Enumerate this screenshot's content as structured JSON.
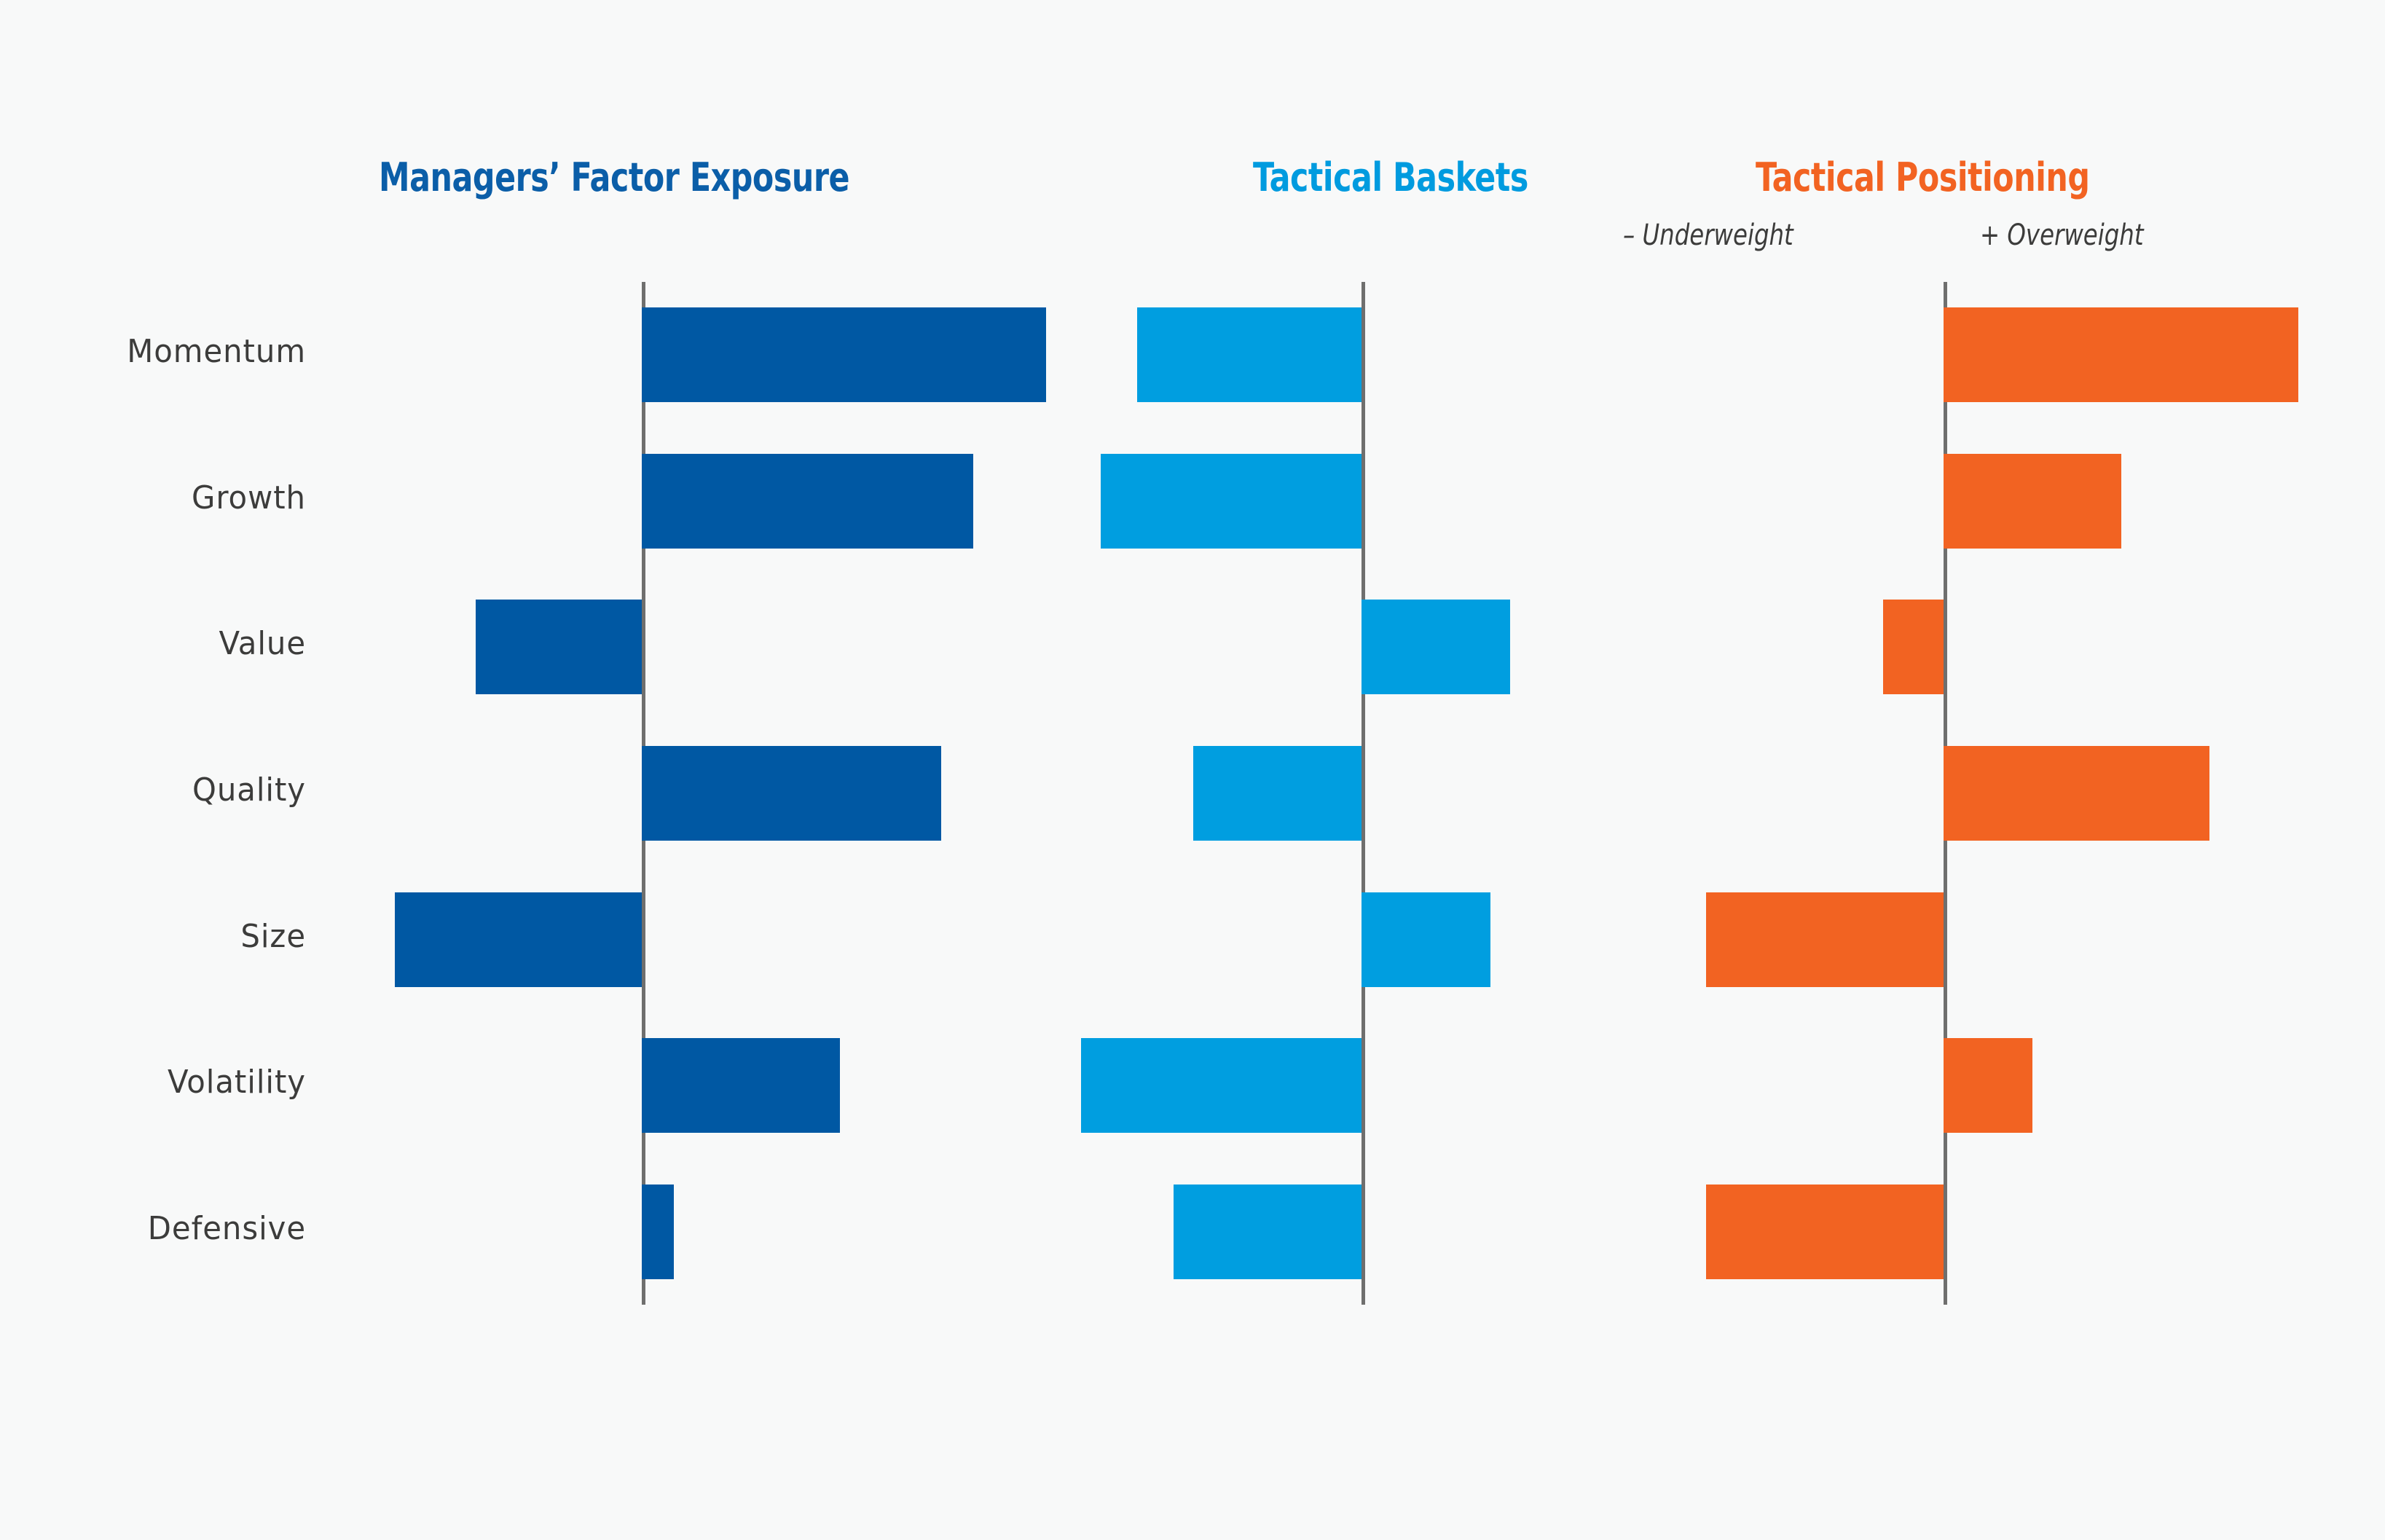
{
  "panels": [
    {
      "id": "managers",
      "title": "Managers’ Factor Exposure",
      "color": "#0b5ea8",
      "bar_color": "#0058a3"
    },
    {
      "id": "baskets",
      "title": "Tactical Baskets",
      "color": "#009bdf",
      "bar_color": "#009ee0"
    },
    {
      "id": "positioning",
      "title": "Tactical Positioning",
      "color": "#f26322",
      "bar_color": "#f26322"
    }
  ],
  "legend": {
    "underweight": "– Underweight",
    "overweight": "+ Overweight"
  },
  "chart_data": {
    "type": "bar",
    "orientation": "horizontal",
    "title": "",
    "xlabel": "",
    "ylabel": "",
    "grid": false,
    "legend_position": "above-right-panel",
    "axis_note": "Each panel has its own zero line; bars extend left (negative / underweight) or right (positive / overweight). No numeric tick labels are shown.",
    "categories": [
      "Momentum",
      "Growth",
      "Value",
      "Quality",
      "Size",
      "Volatility",
      "Defensive"
    ],
    "series": [
      {
        "name": "Managers’ Factor Exposure",
        "color": "#0058a3",
        "values": [
          1.0,
          0.82,
          -0.41,
          0.74,
          -0.61,
          0.49,
          0.08
        ]
      },
      {
        "name": "Tactical Baskets",
        "color": "#009ee0",
        "values": [
          -0.8,
          -0.93,
          0.53,
          -0.6,
          0.46,
          -1.0,
          -0.67
        ]
      },
      {
        "name": "Tactical Positioning",
        "color": "#f26322",
        "values": [
          1.0,
          0.5,
          -0.17,
          0.75,
          -0.67,
          0.25,
          -0.67
        ]
      }
    ]
  }
}
